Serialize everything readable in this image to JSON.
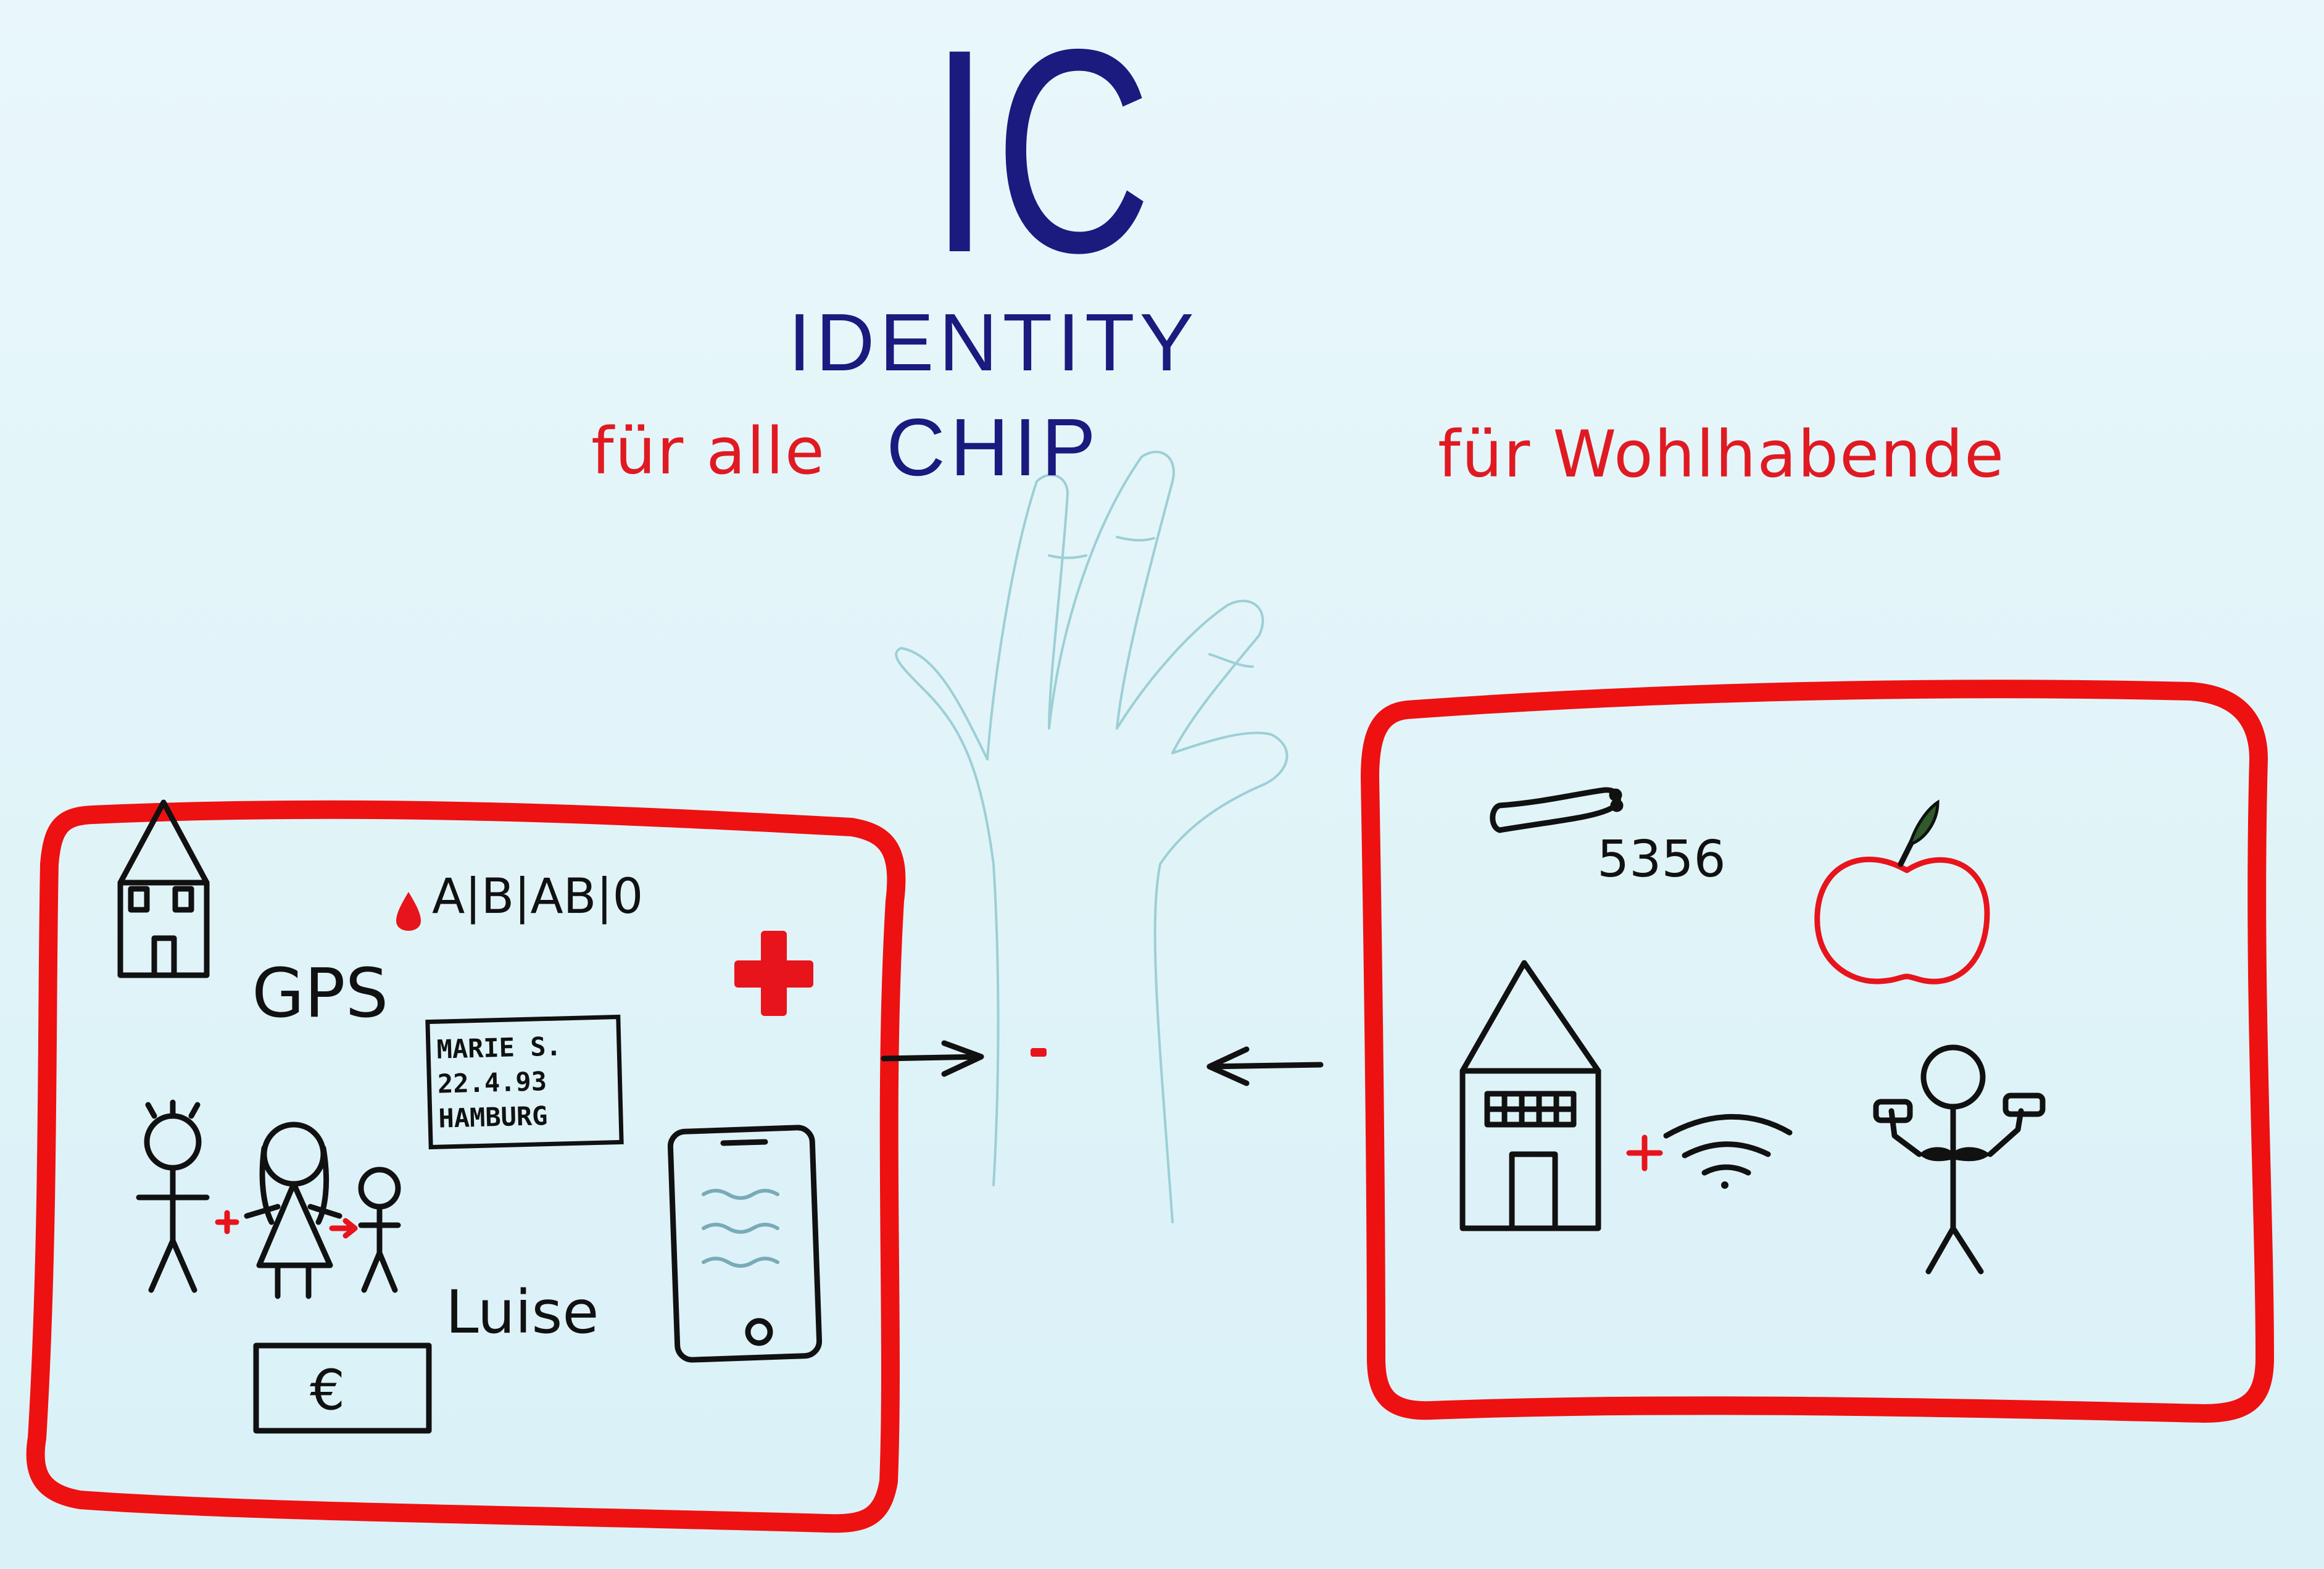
{
  "title": "IC",
  "subtitle": "IDENTITY CHIP",
  "left_panel": {
    "heading": "für alle",
    "gps": "GPS",
    "blood_types": "A|B|AB|0",
    "id_card": {
      "name": "MARIE S.",
      "date": "22.4.93",
      "city": "HAMBURG"
    },
    "child_name": "Luise",
    "money_symbol": "€"
  },
  "right_panel": {
    "heading": "für Wohlhabende",
    "shoe_size": "5356"
  },
  "colors": {
    "title_ink": "#1b1a7e",
    "accent_red": "#e8141c",
    "ink": "#111111",
    "hand_sketch": "#9ccfd6"
  }
}
